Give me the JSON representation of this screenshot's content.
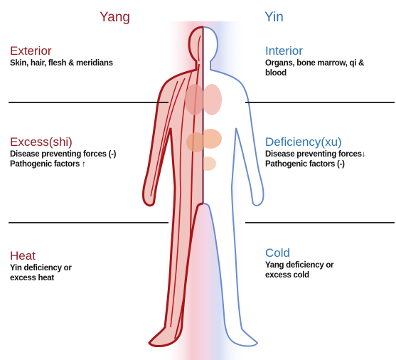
{
  "header": {
    "yang": "Yang",
    "yin": "Yin"
  },
  "left": [
    {
      "title": "Exterior",
      "desc": [
        "Skin, hair, flesh & meridians"
      ]
    },
    {
      "title": "Excess(shi)",
      "desc": [
        "Disease preventing forces (-)",
        "Pathogenic factors ↑"
      ]
    },
    {
      "title": "Heat",
      "desc": [
        "Yin deficiency or",
        "excess heat"
      ]
    }
  ],
  "right": [
    {
      "title": "Interior",
      "desc": [
        "Organs, bone marrow, qi &",
        "blood"
      ]
    },
    {
      "title": "Deficiency(xu)",
      "desc": [
        "Disease preventing forces↓",
        "Pathogenic factors (-)"
      ]
    },
    {
      "title": "Cold",
      "desc": [
        "Yang deficiency or",
        "excess cold"
      ]
    }
  ],
  "colors": {
    "yang": "#8e1b25",
    "yin": "#2b72b6"
  }
}
